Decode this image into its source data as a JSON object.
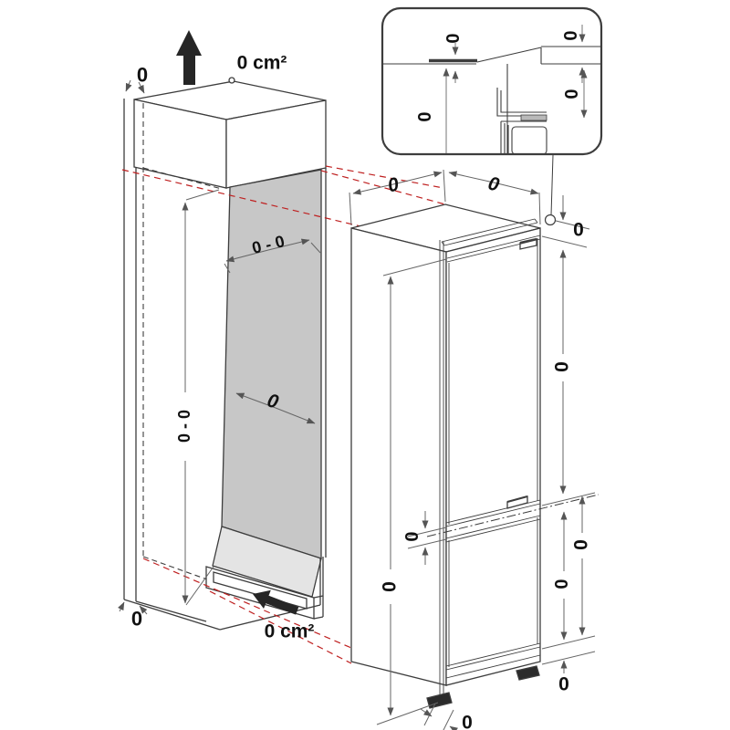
{
  "diagram": {
    "labels": {
      "top_clearance": "0",
      "top_vent_area": "0 cm²",
      "niche_width": "0 - 0",
      "niche_height": "0 - 0",
      "niche_depth": "0",
      "bottom_clearance": "0",
      "bottom_vent_area": "0 cm²",
      "fridge_width": "0",
      "fridge_depth": "0",
      "top_gap": "0",
      "upper_door_height": "0",
      "door_split_gap": "0",
      "fridge_height": "0",
      "lower_section_height": "0",
      "lower_door_height": "0",
      "bottom_gap": "0",
      "foot_offset": "0"
    },
    "inset_labels": {
      "top_gap": "0",
      "step_gap": "0",
      "right_gap": "0",
      "niche_height_ref": "0"
    },
    "colors": {
      "line": "#3d3d3d",
      "dimension_line": "#666666",
      "projection_red": "#bf2020",
      "panel_gray": "#c7c7c7",
      "floor_gray": "#e4e4e4",
      "arrow_black": "#262626"
    }
  }
}
